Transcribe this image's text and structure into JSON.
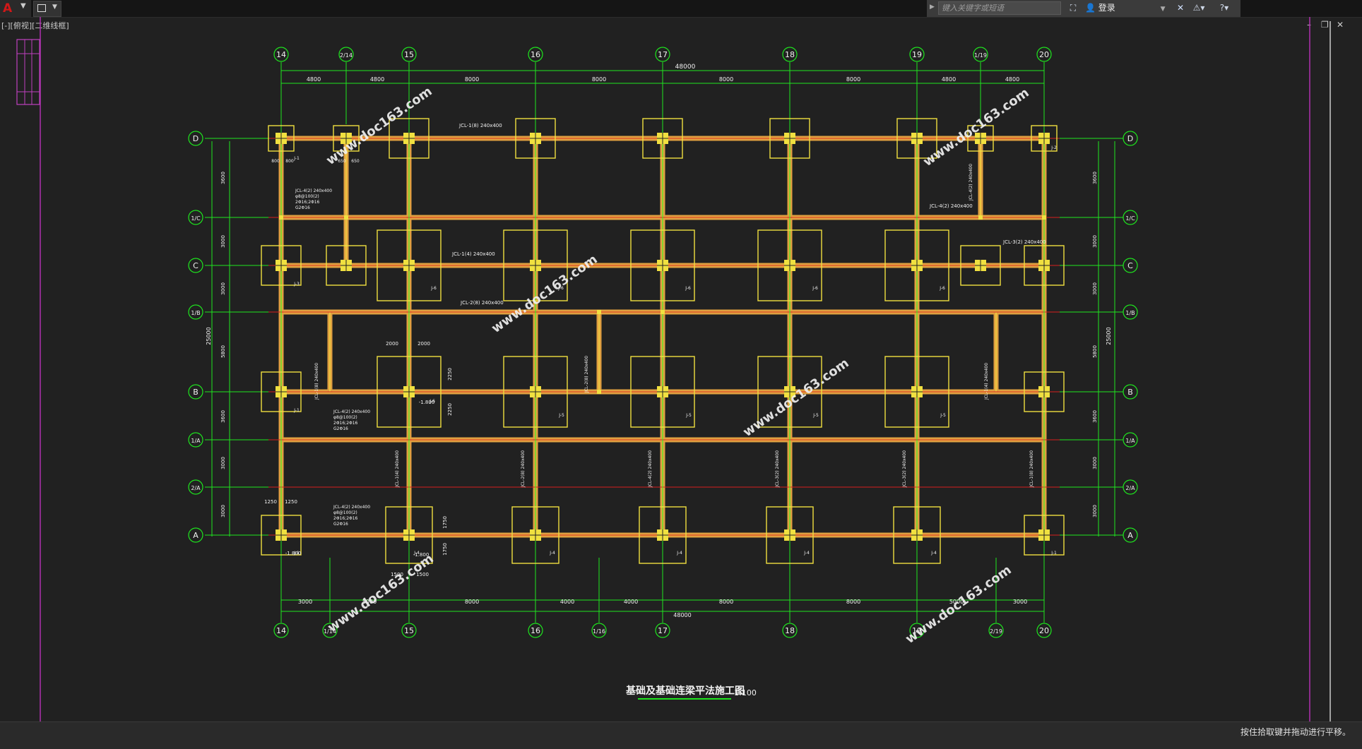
{
  "app": {
    "viewport_label": "[-][俯视][二维线框]",
    "search_placeholder": "键入关键字或短语",
    "login_label": "登录",
    "status_message": "按住拾取键并拖动进行平移。",
    "window_controls": [
      "–",
      "❐",
      "✕"
    ]
  },
  "colors": {
    "background": "#212121",
    "grid": "#1ee61e",
    "beam_orange": "#e0a040",
    "beam_inner": "#f0d040",
    "footing": "#f0e040",
    "redline": "#d82020",
    "label": "#f2f2f2",
    "magenta": "#b030b0",
    "watermark": "#f0f0f0"
  },
  "drawing": {
    "title": "基础及基础连梁平法施工图",
    "scale": "1:100",
    "total_dim": "48000",
    "side_dim": "25000",
    "top_dims": [
      "4800",
      "4800",
      "8000",
      "8000",
      "8000",
      "8000",
      "4800",
      "4800"
    ],
    "bottom_dims": [
      "3000",
      "5000",
      "8000",
      "4000",
      "4000",
      "8000",
      "8000",
      "5000",
      "3000"
    ],
    "left_dims": [
      "3600",
      "3000",
      "3000",
      "5800",
      "3600",
      "3000",
      "3000"
    ],
    "top_axes": [
      "14",
      "2/14",
      "15",
      "16",
      "17",
      "18",
      "19",
      "1/19",
      "20"
    ],
    "bottom_axes": [
      "14",
      "1/14",
      "15",
      "16",
      "1/16",
      "17",
      "18",
      "19",
      "2/19",
      "20"
    ],
    "row_axes": [
      "D",
      "1/C",
      "C",
      "1/B",
      "B",
      "1/A",
      "2/A",
      "A"
    ],
    "beam_labels": [
      "JCL-1(8) 240x400",
      "JCL-1(4) 240x400",
      "JCL-2(8) 240x400",
      "JCL-4(2) 240x400",
      "JCL-3(2) 240x400",
      "JCL-3(2) 240x400"
    ],
    "footing_labels": [
      "J-1",
      "J-2",
      "J-3",
      "J-4",
      "J-5",
      "J-6"
    ],
    "elevation": "-1.800",
    "notes": [
      "JCL-4(2) 240x400",
      "φ8@100(2)",
      "2Φ16;2Φ16",
      "G2Φ16"
    ],
    "footing_dims": [
      "2000",
      "2000",
      "2250",
      "2250",
      "1250",
      "1250",
      "1750",
      "1750",
      "1500",
      "1500",
      "800",
      "800",
      "650",
      "650"
    ],
    "watermark": "www.doc163.com"
  }
}
